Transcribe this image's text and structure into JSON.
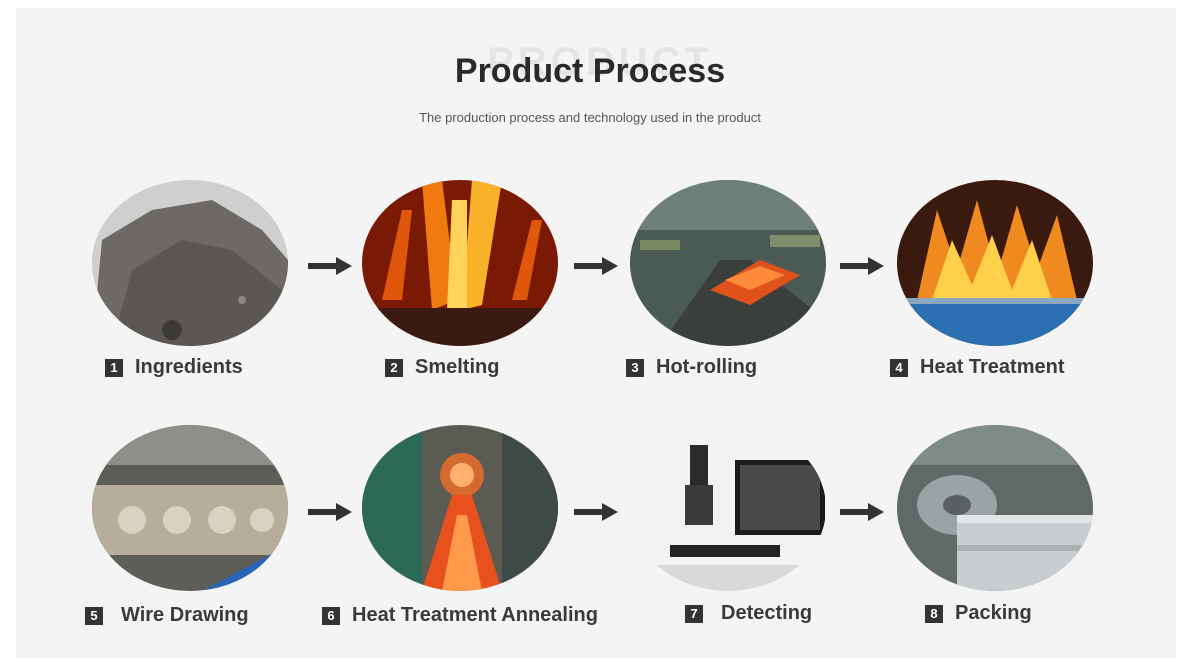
{
  "header": {
    "watermark": "PRODUCT",
    "title": "Product Process",
    "subtitle": "The production process and technology used in the product"
  },
  "steps": [
    {
      "number": "1",
      "label": "Ingredients",
      "image": "grey powder pile"
    },
    {
      "number": "2",
      "label": "Smelting",
      "image": "molten metal sparks"
    },
    {
      "number": "3",
      "label": "Hot-rolling",
      "image": "rolling mill with hot steel"
    },
    {
      "number": "4",
      "label": "Heat Treatment",
      "image": "furnace flames"
    },
    {
      "number": "5",
      "label": "Wire Drawing",
      "image": "wire drawing machine"
    },
    {
      "number": "6",
      "label": "Heat Treatment Annealing",
      "image": "annealing furnace tunnel"
    },
    {
      "number": "7",
      "label": "Detecting",
      "image": "microscope and monitor"
    },
    {
      "number": "8",
      "label": "Packing",
      "image": "steel coils in warehouse"
    }
  ],
  "icons": {
    "arrow": "arrow-right-icon"
  },
  "colors": {
    "background": "#f4f4f5",
    "title": "#2a2a2a",
    "badge": "#333333"
  }
}
